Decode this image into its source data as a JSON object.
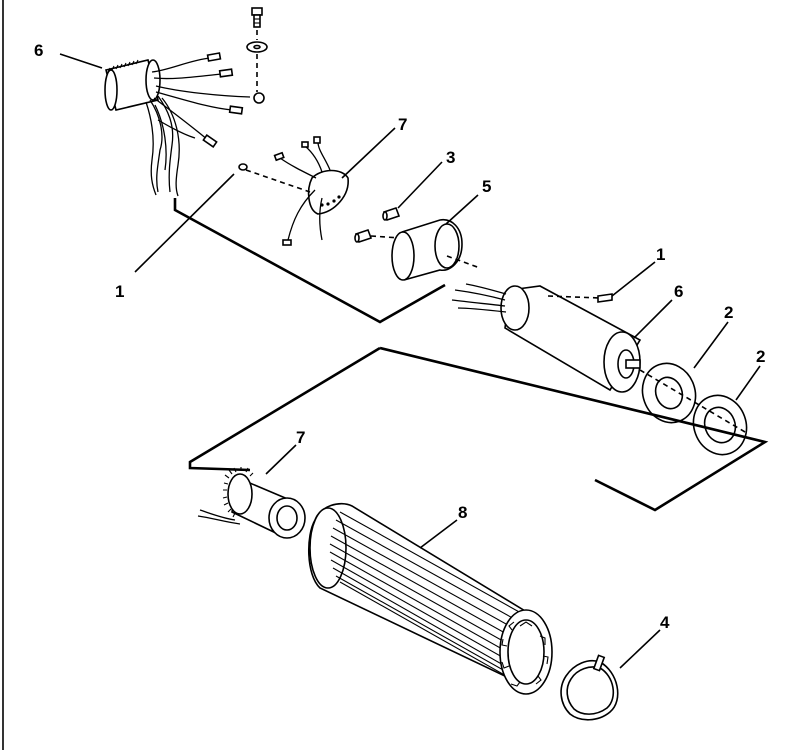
{
  "diagram": {
    "callouts": {
      "c1": "6",
      "c2": "7",
      "c3": "3",
      "c4": "5",
      "c5": "1",
      "c6": "1",
      "c7": "6",
      "c8": "2",
      "c9": "2",
      "c10": "7",
      "c11": "8",
      "c12": "4"
    }
  }
}
